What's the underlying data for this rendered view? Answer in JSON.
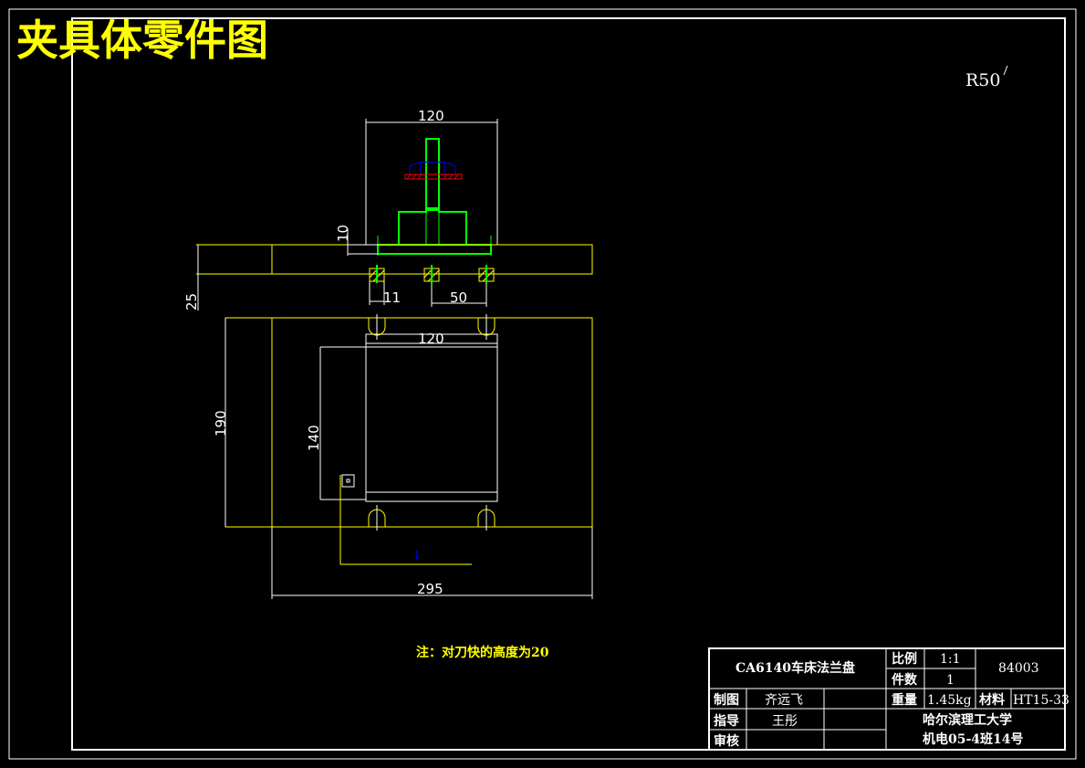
{
  "title": "夹具体零件图",
  "roughness": "R50",
  "dimensions": {
    "top_width": "120",
    "plate_thickness": "10",
    "total_height": "25",
    "slot_width": "11",
    "slot_spacing": "50",
    "inner_width": "120",
    "outer_height": "190",
    "inner_height": "140",
    "overall_width": "295"
  },
  "annotation_blue": " 1",
  "note": "注：对刀快的高度为20",
  "title_block": {
    "part_name": "CA6140车床法兰盘",
    "scale_label": "比例",
    "scale_value": "1:1",
    "qty_label": "件数",
    "qty_value": "1",
    "drawing_no": "84003",
    "drawn_label": "制图",
    "drawn_name": "齐远飞",
    "guide_label": "指导",
    "guide_name": "王彤",
    "review_label": "审核",
    "weight_label": "重量",
    "weight_value": "1.45kg",
    "material_label": "材料",
    "material_value": "HT15-33",
    "school": "哈尔滨理工大学",
    "class_info": "机电05-4班14号"
  },
  "colors": {
    "border": "#ffffff",
    "outline": "#ffff00",
    "part": "#00ff00",
    "hidden": "#0000ff",
    "section": "#ff0000",
    "text": "#ffffff"
  }
}
